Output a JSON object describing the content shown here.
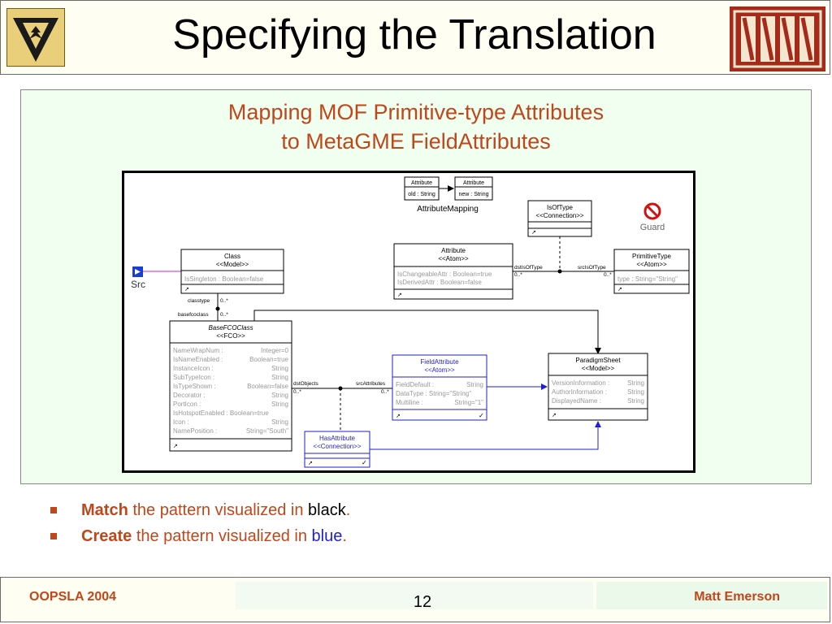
{
  "slide": {
    "title": "Specifying the Translation",
    "subtitle_line1": "Mapping MOF Primitive-type Attributes",
    "subtitle_line2": "to MetaGME FieldAttributes"
  },
  "bullets": [
    {
      "keyword": "Match",
      "text_before": " the pattern visualized in ",
      "color_word": "black",
      "end": "."
    },
    {
      "keyword": "Create",
      "text_before": " the pattern visualized in ",
      "color_word": "blue",
      "end": "."
    }
  ],
  "footer": {
    "left": "OOPSLA 2004",
    "page": "12",
    "right": "Matt Emerson"
  },
  "diagram": {
    "mapping": {
      "box1_name": "Attribute",
      "box1_attr": "old : String",
      "box2_name": "Attribute",
      "box2_attr": "new : String",
      "label": "AttributeMapping"
    },
    "guard_label": "Guard",
    "src_label": "Src",
    "class": {
      "name": "Class",
      "stereo": "<<Model>>",
      "attrs": [
        "IsSingleton : Boolean=false"
      ]
    },
    "attribute": {
      "name": "Attribute",
      "stereo": "<<Atom>>",
      "attrs": [
        "IsChangeableAttr : Boolean=true",
        "IsDerivedAttr :       Boolean=false"
      ]
    },
    "isoftype": {
      "name": "IsOfType",
      "stereo": "<<Connection>>"
    },
    "primitivetype": {
      "name": "PrimitiveType",
      "stereo": "<<Atom>>",
      "attrs": [
        "type : String=\"String\""
      ]
    },
    "basefcoclass": {
      "name": "BaseFCOClass",
      "stereo": "<<FCO>>",
      "attrs": [
        [
          "NameWrapNum :",
          "Integer=0"
        ],
        [
          "IsNameEnabled :",
          "Boolean=true"
        ],
        [
          "InstanceIcon :",
          "String"
        ],
        [
          "SubTypeIcon :",
          "String"
        ],
        [
          "IsTypeShown :",
          "Boolean=false"
        ],
        [
          "Decorator :",
          "String"
        ],
        [
          "PortIcon :",
          "String"
        ],
        [
          "IsHotspotEnabled : Boolean=true",
          ""
        ],
        [
          "Icon :",
          "String"
        ],
        [
          "NamePosition :",
          "String=\"South\""
        ]
      ]
    },
    "fieldattribute": {
      "name": "FieldAttribute",
      "stereo": "<<Atom>>",
      "attrs": [
        [
          "FieldDefault :",
          "String"
        ],
        [
          "DataType : String=\"String\"",
          ""
        ],
        [
          "Multiline :",
          "String=\"1\""
        ]
      ]
    },
    "paradigmsheet": {
      "name": "ParadigmSheet",
      "stereo": "<<Model>>",
      "attrs": [
        [
          "VersionInformation :",
          "String"
        ],
        [
          "AuthorInformation :",
          "String"
        ],
        [
          "DisplayedName :",
          "String"
        ]
      ]
    },
    "hasattribute": {
      "name": "HasAttribute",
      "stereo": "<<Connection>>"
    },
    "roles": {
      "dstIsOfType": "dstIsOfType",
      "srcIsOfType": "srcIsOfType",
      "classtype": "classtype",
      "basefcoclass": "basefcoclass",
      "dstObjects": "dstObjects",
      "srcAttributes": "srcAttributes",
      "mult": "0..*"
    }
  }
}
